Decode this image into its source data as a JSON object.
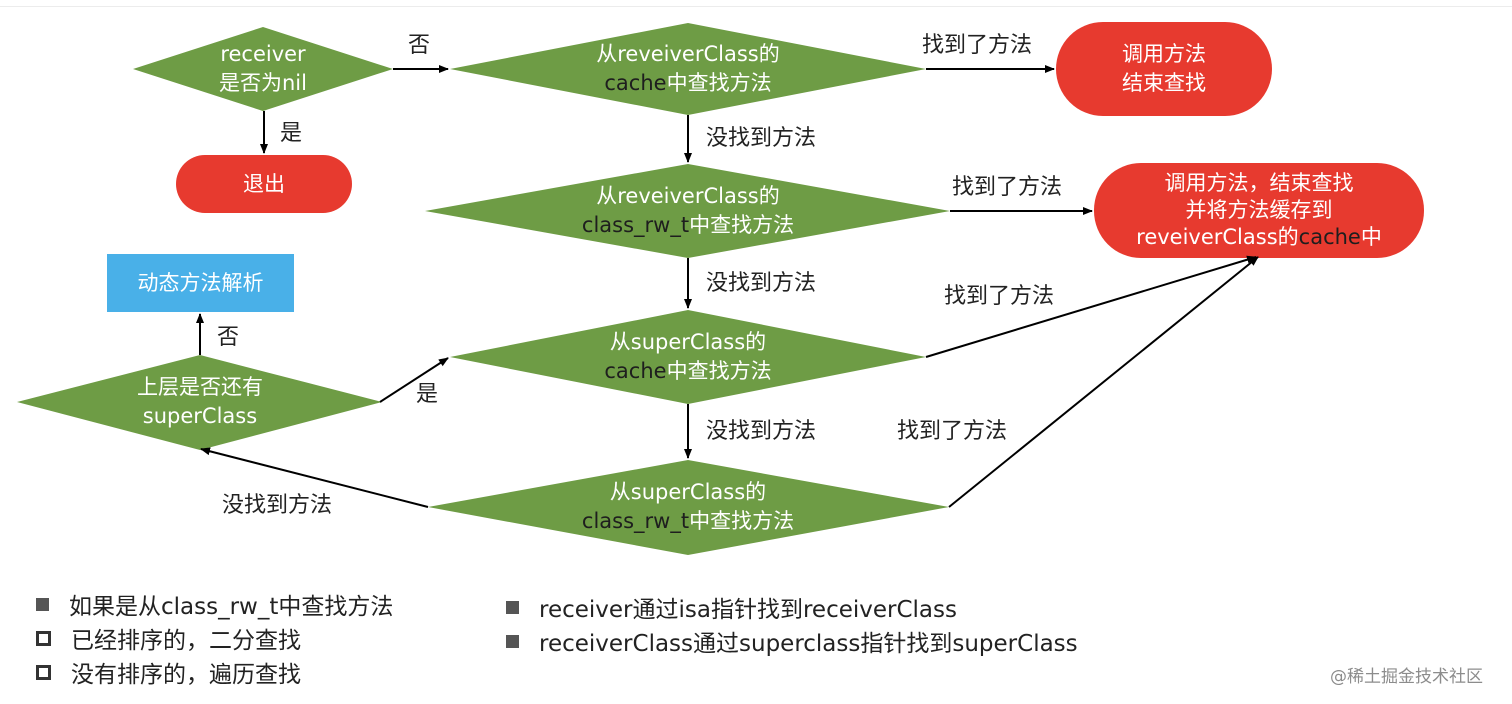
{
  "colors": {
    "diamond_fill": "#6e9c45",
    "terminal_fill": "#e73a2f",
    "process_fill": "#49b0e8",
    "arrow": "#000000"
  },
  "nodes": {
    "receiver_nil": {
      "line1": "receiver",
      "line2": "是否为nil"
    },
    "exit": {
      "text": "退出"
    },
    "cache_lookup": {
      "line1": "从reveiverClass的",
      "line2_a": "cache",
      "line2_b": "中查找方法"
    },
    "call_end": {
      "line1": "调用方法",
      "line2": "结束查找"
    },
    "rw_lookup": {
      "line1": "从reveiverClass的",
      "line2_a": "class_rw_t",
      "line2_b": "中查找方法"
    },
    "call_cache": {
      "line1": "调用方法，结束查找",
      "line2": "并将方法缓存到",
      "line3_a": "reveiverClass的",
      "line3_b": "cache",
      "line3_c": "中"
    },
    "dynamic_resolve": {
      "text": "动态方法解析"
    },
    "super_cache_lookup": {
      "line1": "从superClass的",
      "line2_a": "cache",
      "line2_b": "中查找方法"
    },
    "has_super": {
      "line1": "上层是否还有",
      "line2": "superClass"
    },
    "super_rw_lookup": {
      "line1": "从superClass的",
      "line2_a": "class_rw_t",
      "line2_b": "中查找方法"
    }
  },
  "edge_labels": {
    "no_1": "否",
    "yes_1": "是",
    "found_1": "找到了方法",
    "notfound_1": "没找到方法",
    "found_2": "找到了方法",
    "notfound_2": "没找到方法",
    "found_3": "找到了方法",
    "notfound_3": "没找到方法",
    "found_4": "找到了方法",
    "notfound_4": "没找到方法",
    "no_2": "否",
    "yes_2": "是"
  },
  "notes_left": [
    {
      "bullet": "solid",
      "text": "如果是从class_rw_t中查找方法"
    },
    {
      "bullet": "hollow",
      "text": "已经排序的，二分查找"
    },
    {
      "bullet": "hollow",
      "text": "没有排序的，遍历查找"
    }
  ],
  "notes_right": [
    {
      "bullet": "solid",
      "text": "receiver通过isa指针找到receiverClass"
    },
    {
      "bullet": "solid",
      "text": "receiverClass通过superclass指针找到superClass"
    }
  ],
  "watermark": "@稀土掘金技术社区"
}
